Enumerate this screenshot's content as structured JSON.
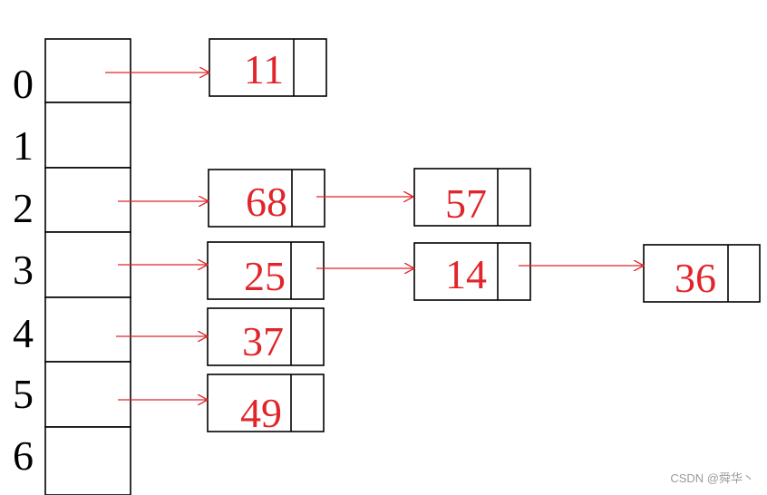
{
  "colors": {
    "arrow": "#e0262b",
    "value_text": "#e0262b",
    "outline": "#000000"
  },
  "table": {
    "indices": [
      "0",
      "1",
      "2",
      "3",
      "4",
      "5",
      "6"
    ]
  },
  "nodes": [
    {
      "id": "n11",
      "value": "11"
    },
    {
      "id": "n68",
      "value": "68"
    },
    {
      "id": "n57",
      "value": "57"
    },
    {
      "id": "n25",
      "value": "25"
    },
    {
      "id": "n14",
      "value": "14"
    },
    {
      "id": "n36",
      "value": "36"
    },
    {
      "id": "n37",
      "value": "37"
    },
    {
      "id": "n49",
      "value": "49"
    }
  ],
  "chains": [
    {
      "slot": "0",
      "nodes": [
        "11"
      ]
    },
    {
      "slot": "2",
      "nodes": [
        "68",
        "57"
      ]
    },
    {
      "slot": "3",
      "nodes": [
        "25",
        "14",
        "36"
      ]
    },
    {
      "slot": "4",
      "nodes": [
        "37"
      ]
    },
    {
      "slot": "5",
      "nodes": [
        "49"
      ]
    }
  ],
  "watermark": "CSDN @舜华丶"
}
